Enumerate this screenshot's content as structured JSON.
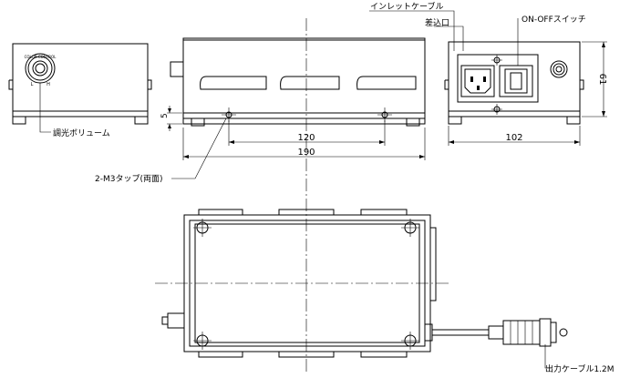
{
  "labels": {
    "inlet_cable": "インレットケーブル",
    "socket": "差込口",
    "on_off_switch": "ON-OFFスイッチ",
    "dimmer": "調光ボリューム",
    "tapped_holes": "2-M3タップ(両面)",
    "output_cable": "出力ケーブル1.2M"
  },
  "dimensions": {
    "offset": "5",
    "hole_pitch": "120",
    "length": "190",
    "width": "102",
    "height": "61"
  },
  "knob": {
    "top_text": "COLOR CONTROL",
    "low": "L",
    "high": "H"
  }
}
